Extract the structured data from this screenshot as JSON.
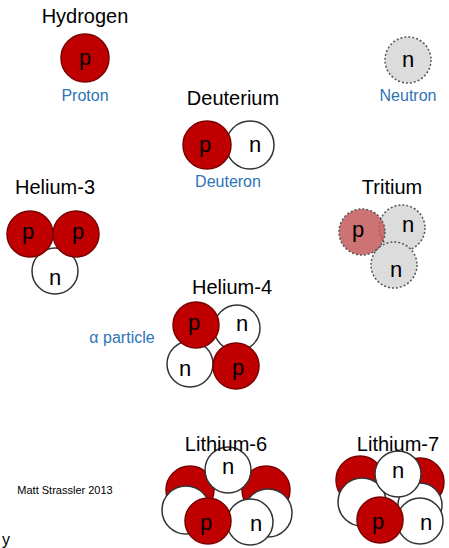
{
  "diagram": {
    "nodes": [
      {
        "text": [
          "p"
        ]
      },
      {
        "text": [
          "n"
        ]
      },
      {
        "text": [
          "p"
        ]
      },
      {
        "text": [
          "n"
        ]
      },
      {
        "text": [
          "p"
        ]
      },
      {
        "text": [
          "p"
        ]
      },
      {
        "text": [
          "n"
        ]
      },
      {
        "text": [
          "p"
        ]
      },
      {
        "text": [
          "n"
        ]
      },
      {
        "text": [
          "n"
        ]
      },
      {
        "text": [
          "p"
        ]
      },
      {
        "text": [
          "n"
        ]
      },
      {
        "text": [
          "n"
        ]
      },
      {
        "text": [
          "p"
        ]
      },
      {
        "text": [
          "n"
        ]
      },
      {
        "text": [
          "p"
        ]
      },
      {
        "text": [
          "n"
        ]
      },
      {
        "text": [
          "n"
        ]
      },
      {
        "text": [
          "p"
        ]
      },
      {
        "text": [
          "n"
        ]
      }
    ],
    "labels": [
      "Hydrogen",
      "Proton",
      "Neutron",
      "Deuterium",
      "Deuteron",
      "Helium-3",
      "Tritium",
      "Helium-4",
      "α particle",
      "Lithium-6",
      "Lithium-7",
      "Matt Strassler 2013",
      "y"
    ]
  }
}
